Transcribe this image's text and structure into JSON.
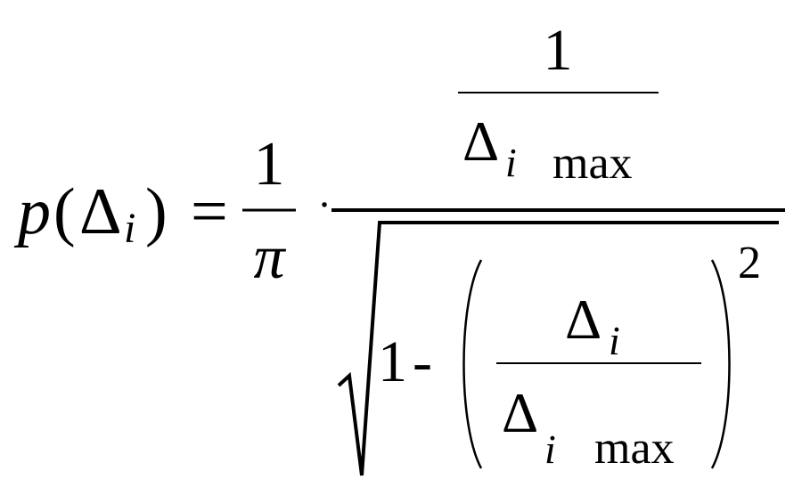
{
  "formula": {
    "lhs": {
      "func": "p",
      "lparen": "(",
      "delta": "Δ",
      "sub": "i",
      "rparen": ")",
      "equals": "="
    },
    "coef": {
      "numerator": "1",
      "denominator": "π"
    },
    "dot": "·",
    "big_fraction": {
      "numerator": {
        "one": "1",
        "delta": "Δ",
        "sub": "i",
        "max": "max"
      },
      "denominator": {
        "one": "1",
        "minus": "-",
        "inner_numerator": {
          "delta": "Δ",
          "sub": "i"
        },
        "inner_denominator": {
          "delta": "Δ",
          "sub": "i",
          "max": "max"
        },
        "exponent": "2"
      }
    }
  }
}
